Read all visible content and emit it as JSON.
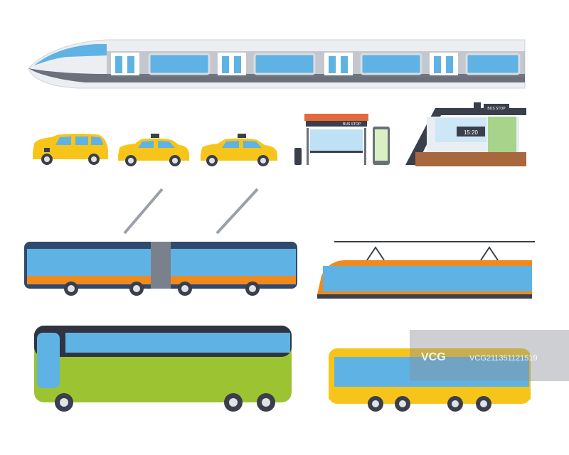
{
  "labels": {
    "bus_stop_shelter_sign": "BUS STOP",
    "bus_stop_station_sign": "BUS STOP",
    "station_clock": "15:20",
    "watermark_brand": "VCG",
    "watermark_id": "VCG211351121519"
  },
  "colors": {
    "taxi_yellow": "#f7c51a",
    "tram_orange": "#f08a1c",
    "bus_green": "#9cc332",
    "glass_blue": "#5fb3e4",
    "dark_body": "#3a3f4b"
  }
}
